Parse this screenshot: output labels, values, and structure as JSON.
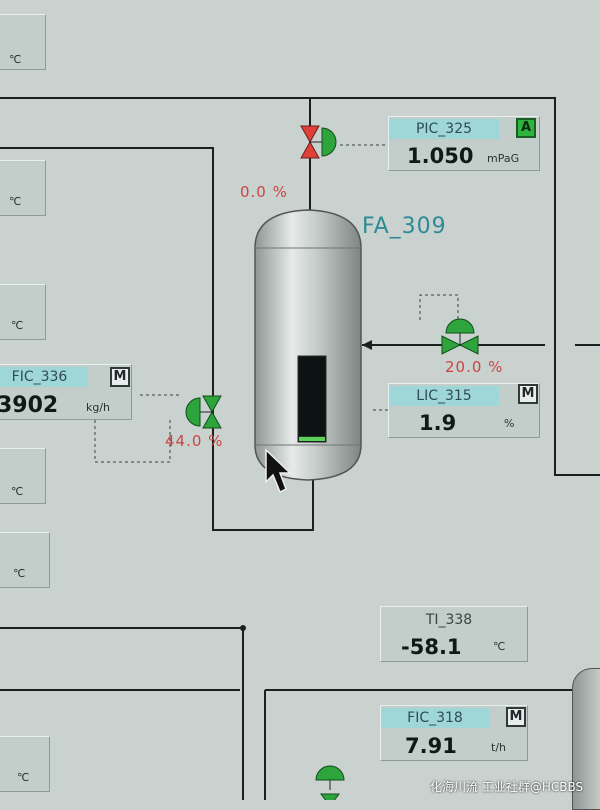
{
  "vessel": {
    "name": "FA_309",
    "level_fraction": 0.05
  },
  "valves": {
    "top": {
      "opening": "0.0 %",
      "color": "#e0403a"
    },
    "left": {
      "opening": "44.0 %",
      "color": "#2ea43c"
    },
    "right": {
      "opening": "20.0 %",
      "color": "#2ea43c"
    }
  },
  "tags": {
    "pic": {
      "name": "PIC_325",
      "value": "1.050",
      "unit": "mPaG",
      "mode": "A"
    },
    "lic": {
      "name": "LIC_315",
      "value": "1.9",
      "unit": "%",
      "mode": "M"
    },
    "fic336": {
      "name": "FIC_336",
      "value": "3902",
      "unit": "kg/h",
      "mode": "M"
    },
    "ti": {
      "name": "TI_338",
      "value": "-58.1",
      "unit": "℃"
    },
    "fic318": {
      "name": "FIC_318",
      "value": "7.91",
      "unit": "t/h",
      "mode": "M"
    }
  },
  "left_units": [
    "℃",
    "℃",
    "℃",
    "℃",
    "℃",
    "℃"
  ],
  "watermark": "化海川流·工业社群@HCBBS",
  "colors": {
    "background": "#c9d2cf",
    "pipe": "#1a2020",
    "tag_bg": "#9fd7d9"
  }
}
